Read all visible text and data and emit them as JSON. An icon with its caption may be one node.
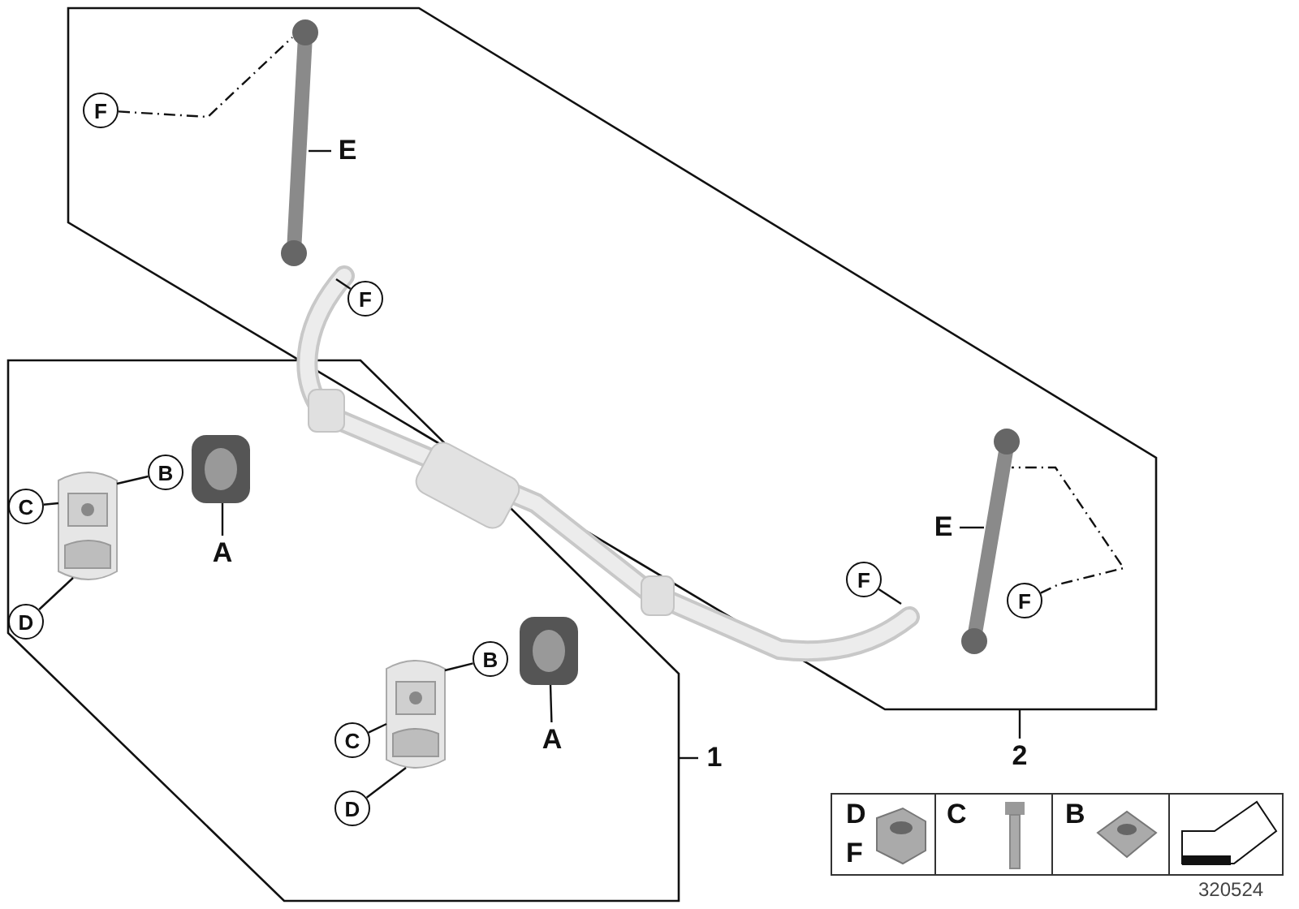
{
  "diagram": {
    "nodes": [
      {
        "text": [
          "F"
        ]
      },
      {
        "text": [
          "E"
        ]
      },
      {
        "text": [
          "F"
        ]
      },
      {
        "text": [
          "B"
        ]
      },
      {
        "text": [
          "C"
        ]
      },
      {
        "text": [
          "D"
        ]
      },
      {
        "text": [
          "A"
        ]
      },
      {
        "text": [
          "E"
        ]
      },
      {
        "text": [
          "F"
        ]
      },
      {
        "text": [
          "F"
        ]
      },
      {
        "text": [
          "B"
        ]
      },
      {
        "text": [
          "C"
        ]
      },
      {
        "text": [
          "D"
        ]
      },
      {
        "text": [
          "A"
        ]
      },
      {
        "text": [
          "1"
        ]
      },
      {
        "text": [
          "2"
        ]
      },
      {
        "text": [],
        "shape": "picture"
      },
      {
        "text": [],
        "shape": "picture"
      },
      {
        "text": [],
        "shape": "picture"
      },
      {
        "text": [],
        "shape": "picture"
      },
      {
        "text": [],
        "shape": "picture"
      },
      {
        "text": [],
        "shape": "picture"
      }
    ],
    "edges": [
      {
        "from": 0,
        "to": 16,
        "arrow": "none",
        "style": "dashed"
      },
      {
        "from": 1,
        "to": 16,
        "arrow": "none"
      },
      {
        "from": 2,
        "to": null,
        "arrow": "none"
      },
      {
        "from": 3,
        "to": 18,
        "arrow": "none"
      },
      {
        "from": 4,
        "to": 18,
        "arrow": "none"
      },
      {
        "from": 5,
        "to": 18,
        "arrow": "none"
      },
      {
        "from": 6,
        "to": 19,
        "arrow": "none"
      },
      {
        "from": 7,
        "to": 17,
        "arrow": "none"
      },
      {
        "from": 8,
        "to": null,
        "arrow": "none"
      },
      {
        "from": 9,
        "to": 17,
        "arrow": "none",
        "style": "dashed"
      },
      {
        "from": 10,
        "to": 20,
        "arrow": "none"
      },
      {
        "from": 11,
        "to": 20,
        "arrow": "none"
      },
      {
        "from": 12,
        "to": 20,
        "arrow": "none"
      },
      {
        "from": 13,
        "to": 21,
        "arrow": "none"
      },
      {
        "from": 14,
        "to": null,
        "arrow": "none"
      },
      {
        "from": 15,
        "to": null,
        "arrow": "none"
      }
    ],
    "labels": [
      "D",
      "F",
      "C",
      "B",
      "320524"
    ]
  }
}
